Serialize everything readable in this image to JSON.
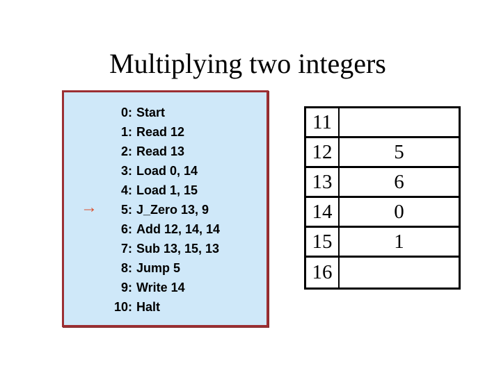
{
  "slide": {
    "title": "Multiplying two integers"
  },
  "colors": {
    "background": "#ffffff",
    "code_box_bg": "#cfe8f9",
    "code_box_border": "#9c2f33",
    "arrow": "#d9512e",
    "table_border": "#000000",
    "text": "#000000"
  },
  "program": {
    "arrow_icon": "→",
    "arrow_at_line": "5",
    "lines": [
      {
        "num": "0:",
        "text": "Start"
      },
      {
        "num": "1:",
        "text": "Read 12"
      },
      {
        "num": "2:",
        "text": "Read 13"
      },
      {
        "num": "3:",
        "text": "Load 0, 14"
      },
      {
        "num": "4:",
        "text": "Load 1, 15"
      },
      {
        "num": "5:",
        "text": "J_Zero 13, 9"
      },
      {
        "num": "6:",
        "text": "Add 12, 14, 14"
      },
      {
        "num": "7:",
        "text": "Sub 13, 15, 13"
      },
      {
        "num": "8:",
        "text": "Jump 5"
      },
      {
        "num": "9:",
        "text": "Write 14"
      },
      {
        "num": "10:",
        "text": "Halt"
      }
    ]
  },
  "memory": {
    "rows": [
      {
        "addr": "11",
        "value": ""
      },
      {
        "addr": "12",
        "value": "5"
      },
      {
        "addr": "13",
        "value": "6"
      },
      {
        "addr": "14",
        "value": "0"
      },
      {
        "addr": "15",
        "value": "1"
      },
      {
        "addr": "16",
        "value": ""
      }
    ]
  }
}
